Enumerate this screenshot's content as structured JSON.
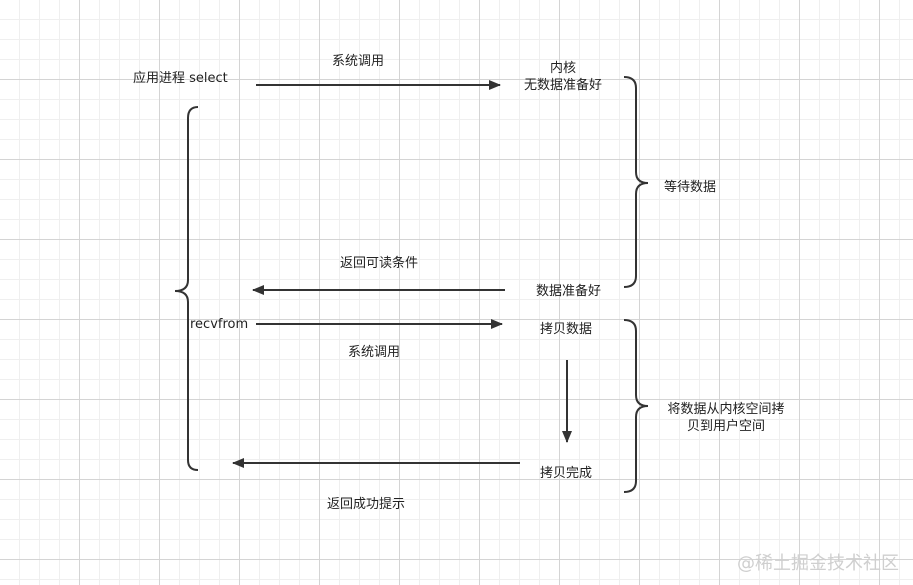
{
  "labels": {
    "app_select": "应用进程  select",
    "syscall_1": "系统调用",
    "kernel_line1": "内核",
    "kernel_line2": "无数据准备好",
    "wait_data": "等待数据",
    "return_readable": "返回可读条件",
    "data_ready": "数据准备好",
    "recvfrom": "recvfrom",
    "copy_data": "拷贝数据",
    "syscall_2": "系统调用",
    "copy_desc_line1": "将数据从内核空间拷",
    "copy_desc_line2": "贝到用户空间",
    "copy_done": "拷贝完成",
    "return_success": "返回成功提示"
  },
  "watermark": "@稀土掘金技术社区",
  "colors": {
    "stroke": "#333333",
    "text": "#222222"
  }
}
